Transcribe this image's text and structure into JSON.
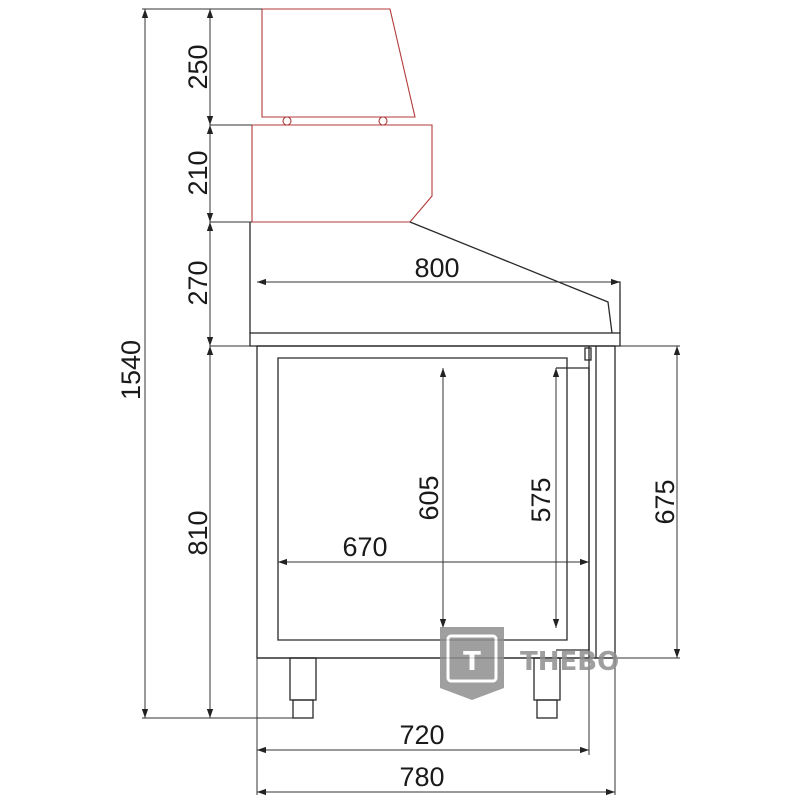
{
  "dimensions": {
    "hood_top": "250",
    "hood_lower": "210",
    "slope": "270",
    "cabinet": "810",
    "total_height": "1540",
    "top_width": "800",
    "inner_width": "670",
    "inner_height": "605",
    "door_height": "575",
    "outer_height": "675",
    "body_width": "720",
    "total_width": "780"
  },
  "logo": {
    "brand": "THEBO",
    "mark": "T"
  },
  "colors": {
    "line": "#2a2a2a",
    "hood_outline": "#b23a3a",
    "logo_gray": "#8f8f8f"
  }
}
